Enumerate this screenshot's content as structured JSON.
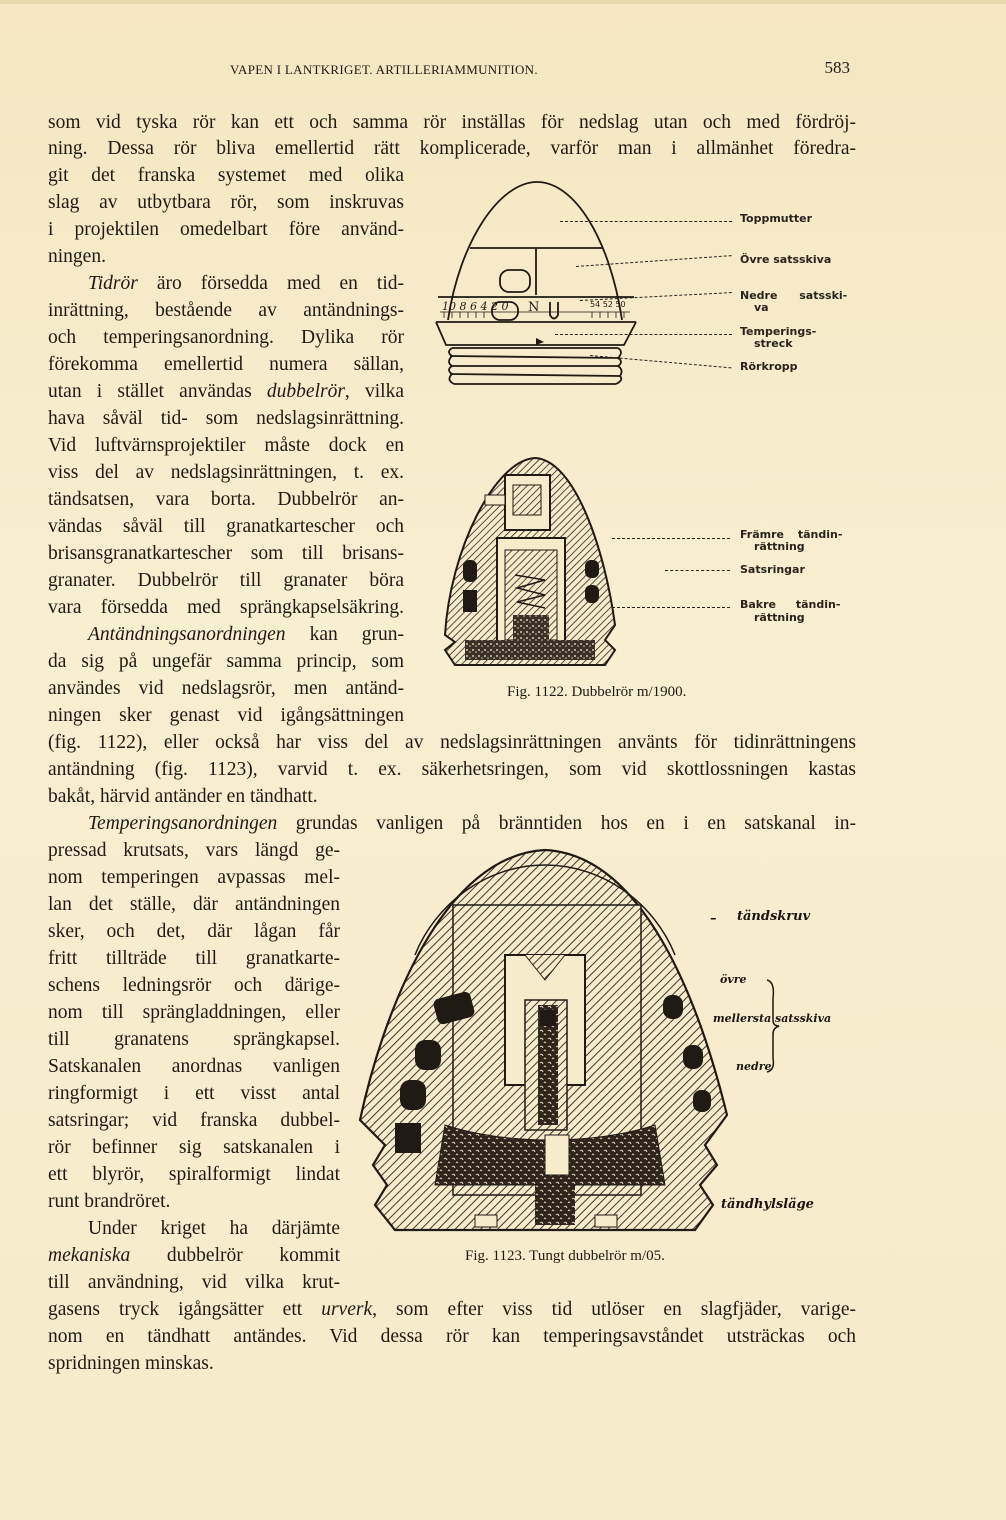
{
  "header": {
    "running_head": "VAPEN I LANTKRIGET.   ARTILLERIAMMUNITION.",
    "page_number": "583"
  },
  "body": {
    "lines": [
      "som vid tyska rör kan ett och samma rör inställas för nedslag utan och med fördröj-",
      "ning. Dessa rör bliva emellertid rätt komplicerade, varför man i allmänhet föredra-",
      "git det franska systemet med olika",
      "slag av utbytbara rör, som inskruvas",
      "i projektilen omedelbart före använd-",
      "ningen.",
      "äro försedda med en tid-",
      "inrättning, bestående av antändnings-",
      "och temperingsanordning. Dylika rör",
      "förekomma emellertid numera sällan,",
      "utan i stället användas",
      ", vilka",
      "hava såväl tid- som nedslagsinrättning.",
      "Vid luftvärnsprojektiler måste dock en",
      "viss del av nedslagsinrättningen, t. ex.",
      "tändsatsen, vara borta. Dubbelrör an-",
      "vändas såväl till granatkartescher och",
      "brisansgranatkartescher som till brisans-",
      "granater. Dubbelrör till granater böra",
      "vara försedda med sprängkapselsäkring.",
      "kan grun-",
      "da sig på ungefär samma princip, som",
      "användes vid nedslagsrör, men antänd-",
      "ningen sker genast vid igångsättningen",
      "(fig. 1122), eller också har viss del av nedslagsinrättningen använts för tidinrättningens",
      "antändning (fig. 1123), varvid t. ex. säkerhetsringen, som vid skottlossningen kastas",
      "bakåt, härvid antänder en tändhatt.",
      "grundas vanligen på bränntiden hos en i en satskanal in-",
      "pressad krutsats, vars längd ge-",
      "nom temperingen avpassas mel-",
      "lan det ställe, där antändningen",
      "sker, och det, där lågan får",
      "fritt tillträde till granatkarte-",
      "schens ledningsrör och därige-",
      "nom till sprängladdningen, eller",
      "till granatens sprängkapsel.",
      "Satskanalen anordnas vanligen",
      "ringformigt i ett visst antal",
      "satsringar; vid franska dubbel-",
      "rör befinner sig satskanalen i",
      "ett blyrör, spiralformigt lindat",
      "runt brandröret.",
      "Under kriget ha därjämte",
      "dubbelrör kommit",
      "till användning, vid vilka krut-",
      "gasens tryck igångsätter ett",
      ", som efter viss tid utlöser en slagfjäder, varige-",
      "nom en tändhatt antändes. Vid dessa rör kan temperingsavståndet utsträckas och",
      "spridningen minskas."
    ],
    "italics": {
      "tidror": "Tidrör",
      "dubbelror": "dubbelrör",
      "antandningsanordningen": "Antändningsanordningen",
      "temperingsanordningen": "Temperingsanordningen",
      "mekaniska": "mekaniska",
      "urverk": "urverk"
    }
  },
  "figures": {
    "fig1122_top": {
      "labels": [
        "Toppmutter",
        "Övre satsskiva",
        "Nedre satsski-",
        "va",
        "Temperings-",
        "streck",
        "Rörkropp"
      ],
      "scale_left": "10 8 6 4 2 0",
      "scale_mid": "N",
      "scale_right": "54 52 50"
    },
    "fig1122_section": {
      "labels": [
        "Främre tändin-",
        "rättning",
        "Satsringar",
        "Bakre tändin-",
        "rättning"
      ],
      "caption": "Fig. 1122.   Dubbelrör m/1900."
    },
    "fig1123": {
      "handwritten_labels": [
        "tändskruv",
        "övre",
        "mellersta satsskiva",
        "nedre",
        "tändhylsläge"
      ],
      "caption": "Fig. 1123.   Tungt dubbelrör m/05."
    }
  }
}
